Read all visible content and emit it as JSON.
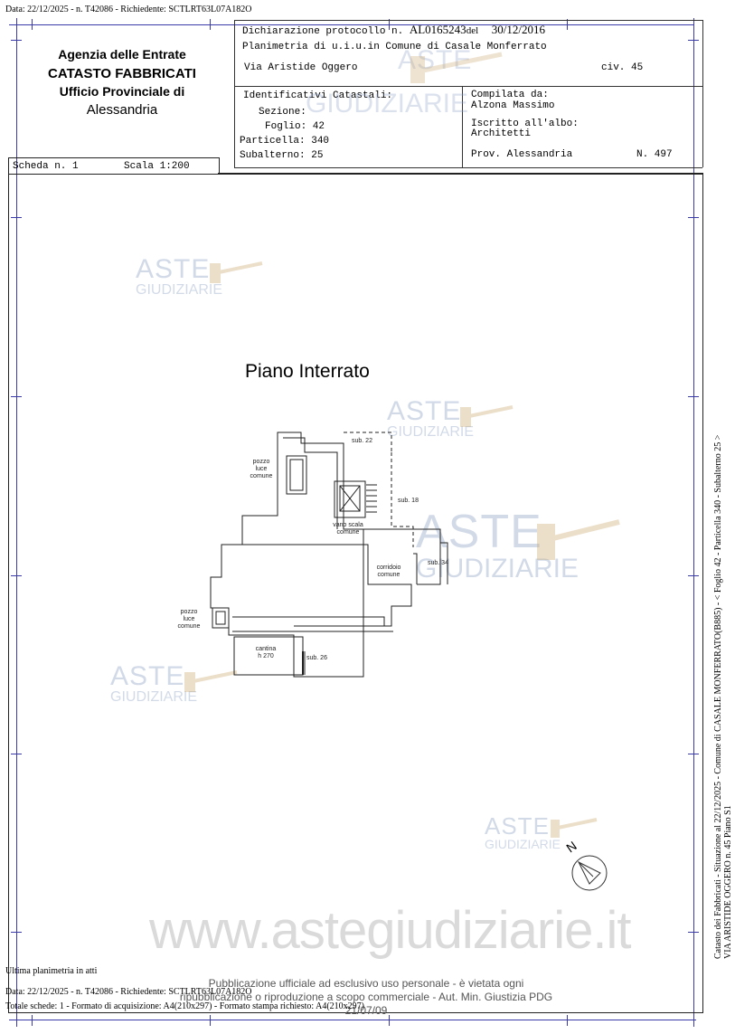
{
  "header_top": "Data: 22/12/2025 - n. T42086 - Richiedente: SCTLRT63L07A182O",
  "agency": {
    "line1": "Agenzia delle Entrate",
    "line2": "CATASTO FABBRICATI",
    "line3": "Ufficio Provinciale di",
    "line4": "Alessandria"
  },
  "protocol": {
    "label": "Dichiarazione protocollo n.",
    "number": "AL0165243",
    "del_label": "del",
    "date": "30/12/2016",
    "planimetria": "Planimetria di u.i.u.in Comune di Casale Monferrato",
    "street": "Via Aristide Oggero",
    "civ": "civ. 45"
  },
  "identificativi": {
    "title": "Identificativi Catastali:",
    "sezione": "Sezione:",
    "foglio": "Foglio: 42",
    "particella": "Particella: 340",
    "subalterno": "Subalterno: 25"
  },
  "compilata": {
    "label": "Compilata da:",
    "name": "Alzona Massimo",
    "albo_label": "Iscritto all'albo:",
    "albo": "Architetti",
    "prov": "Prov. Alessandria",
    "num": "N. 497"
  },
  "scheda": "Scheda n. 1",
  "scala": "Scala 1:200",
  "floor_title": "Piano Interrato",
  "plan_labels": {
    "sub22": "sub. 22",
    "pozzo1_a": "pozzo",
    "pozzo1_b": "luce",
    "pozzo1_c": "comune",
    "sub18": "sub. 18",
    "vano_a": "vano scala",
    "vano_b": "comune",
    "corridoio_a": "corridoio",
    "corridoio_b": "comune",
    "sub34": "sub. 34",
    "pozzo2_a": "pozzo",
    "pozzo2_b": "luce",
    "pozzo2_c": "comune",
    "cantina_a": "cantina",
    "cantina_b": "h 270",
    "sub26": "sub. 26"
  },
  "watermark": {
    "aste": "ASTE",
    "giudiziarie": "GIUDIZIARIE",
    "site": "www.astegiudiziarie.it",
    "pub1": "Pubblicazione ufficiale ad esclusivo uso personale - è vietata ogni",
    "pub2": "ripubblicazione o riproduzione a scopo commerciale - Aut. Min. Giustizia PDG 21/07/09"
  },
  "compass_label": "N",
  "side_text1": "Catasto dei Fabbricati - Situazione al 22/12/2025 - Comune di CASALE MONFERRATO(B885) - < Foglio 42 - Particella 340 - Subalterno 25 >",
  "side_text2": "VIA ARISTIDE OGGERO n. 45 Piano S1",
  "footer": {
    "ultima": "Ultima planimetria in atti",
    "data": "Data: 22/12/2025 - n. T42086 - Richiedente: SCTLRT63L07A182O",
    "totale": "Totale schede: 1 - Formato di acquisizione: A4(210x297) - Formato stampa richiesto: A4(210x297)"
  }
}
